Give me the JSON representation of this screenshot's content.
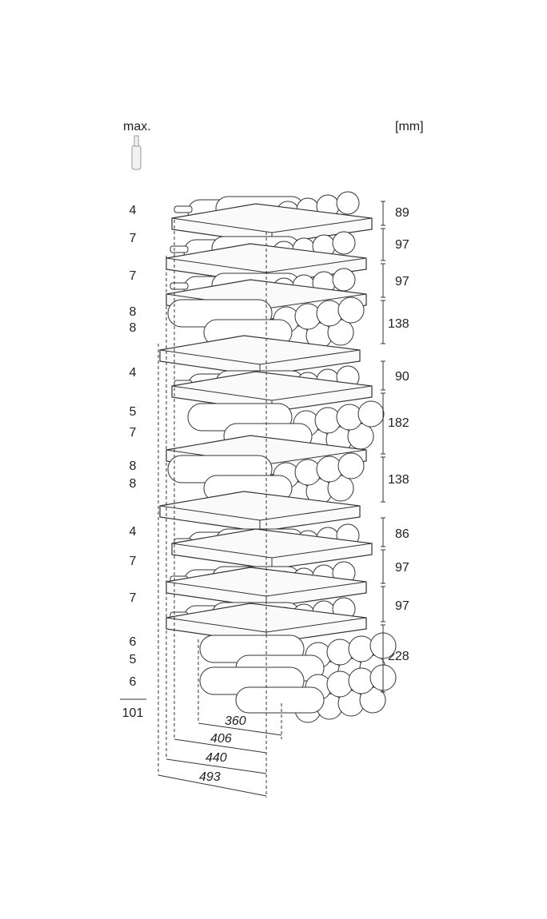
{
  "header": {
    "max_label": "max.",
    "unit_label": "[mm]"
  },
  "bottle_counts": [
    "4",
    "7",
    "7",
    "8",
    "8",
    "4",
    "5",
    "7",
    "8",
    "8",
    "4",
    "7",
    "7",
    "6",
    "5",
    "6"
  ],
  "total_count": "101",
  "shelf_heights": [
    "89",
    "97",
    "97",
    "138",
    "90",
    "182",
    "138",
    "86",
    "97",
    "97",
    "228"
  ],
  "depths": [
    "360",
    "406",
    "440",
    "493"
  ]
}
